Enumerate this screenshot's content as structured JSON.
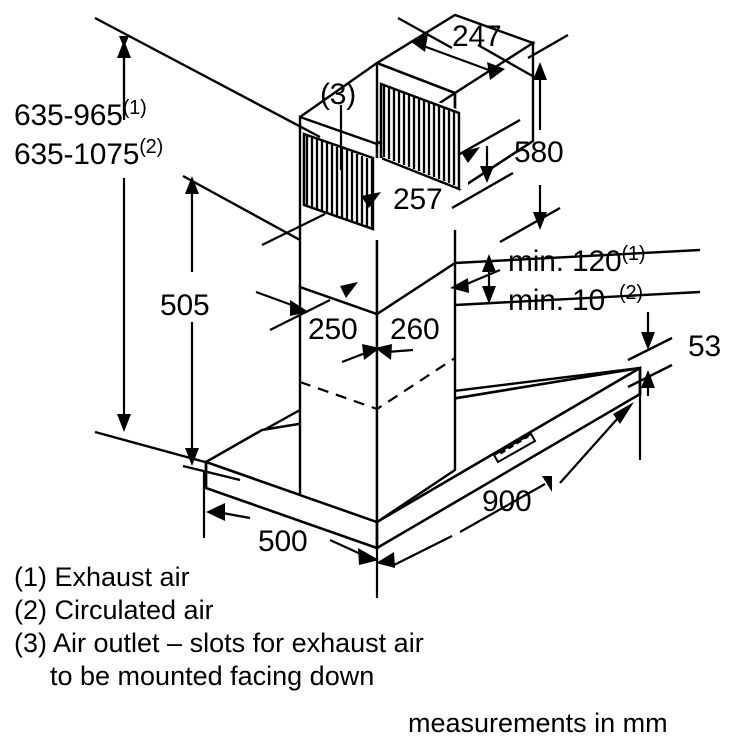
{
  "title": "Wall-mounted chimney cooker hood — installation dimension drawing",
  "units_note": "measurements in mm",
  "dimensions": {
    "height_range_exhaust": "635-965",
    "height_range_exhaust_ref": "(1)",
    "height_range_circulated": "635-1075",
    "height_range_circulated_ref": "(2)",
    "chimney_depth_top": "247",
    "chimney_height_total": "580",
    "chimney_section_height": "257",
    "hood_body_to_chimney": "505",
    "min_distance_exhaust": "min. 120",
    "min_distance_exhaust_ref": "(1)",
    "min_distance_circulated": "min. 10",
    "min_distance_circulated_ref": "(2)",
    "chimney_width_left": "250",
    "chimney_width_right": "260",
    "hood_thickness": "53",
    "hood_depth": "500",
    "hood_width": "900",
    "air_outlet_callout": "(3)"
  },
  "legend": [
    "(1) Exhaust air",
    "(2) Circulated air",
    "(3) Air outlet – slots for exhaust air",
    "to be mounted facing down"
  ],
  "colors": {
    "line": "#000000",
    "fill": "#ffffff",
    "background": "#ffffff"
  },
  "icons": {
    "air_slots": "vent-slots-icon",
    "control_panel": "control-panel-icon"
  }
}
